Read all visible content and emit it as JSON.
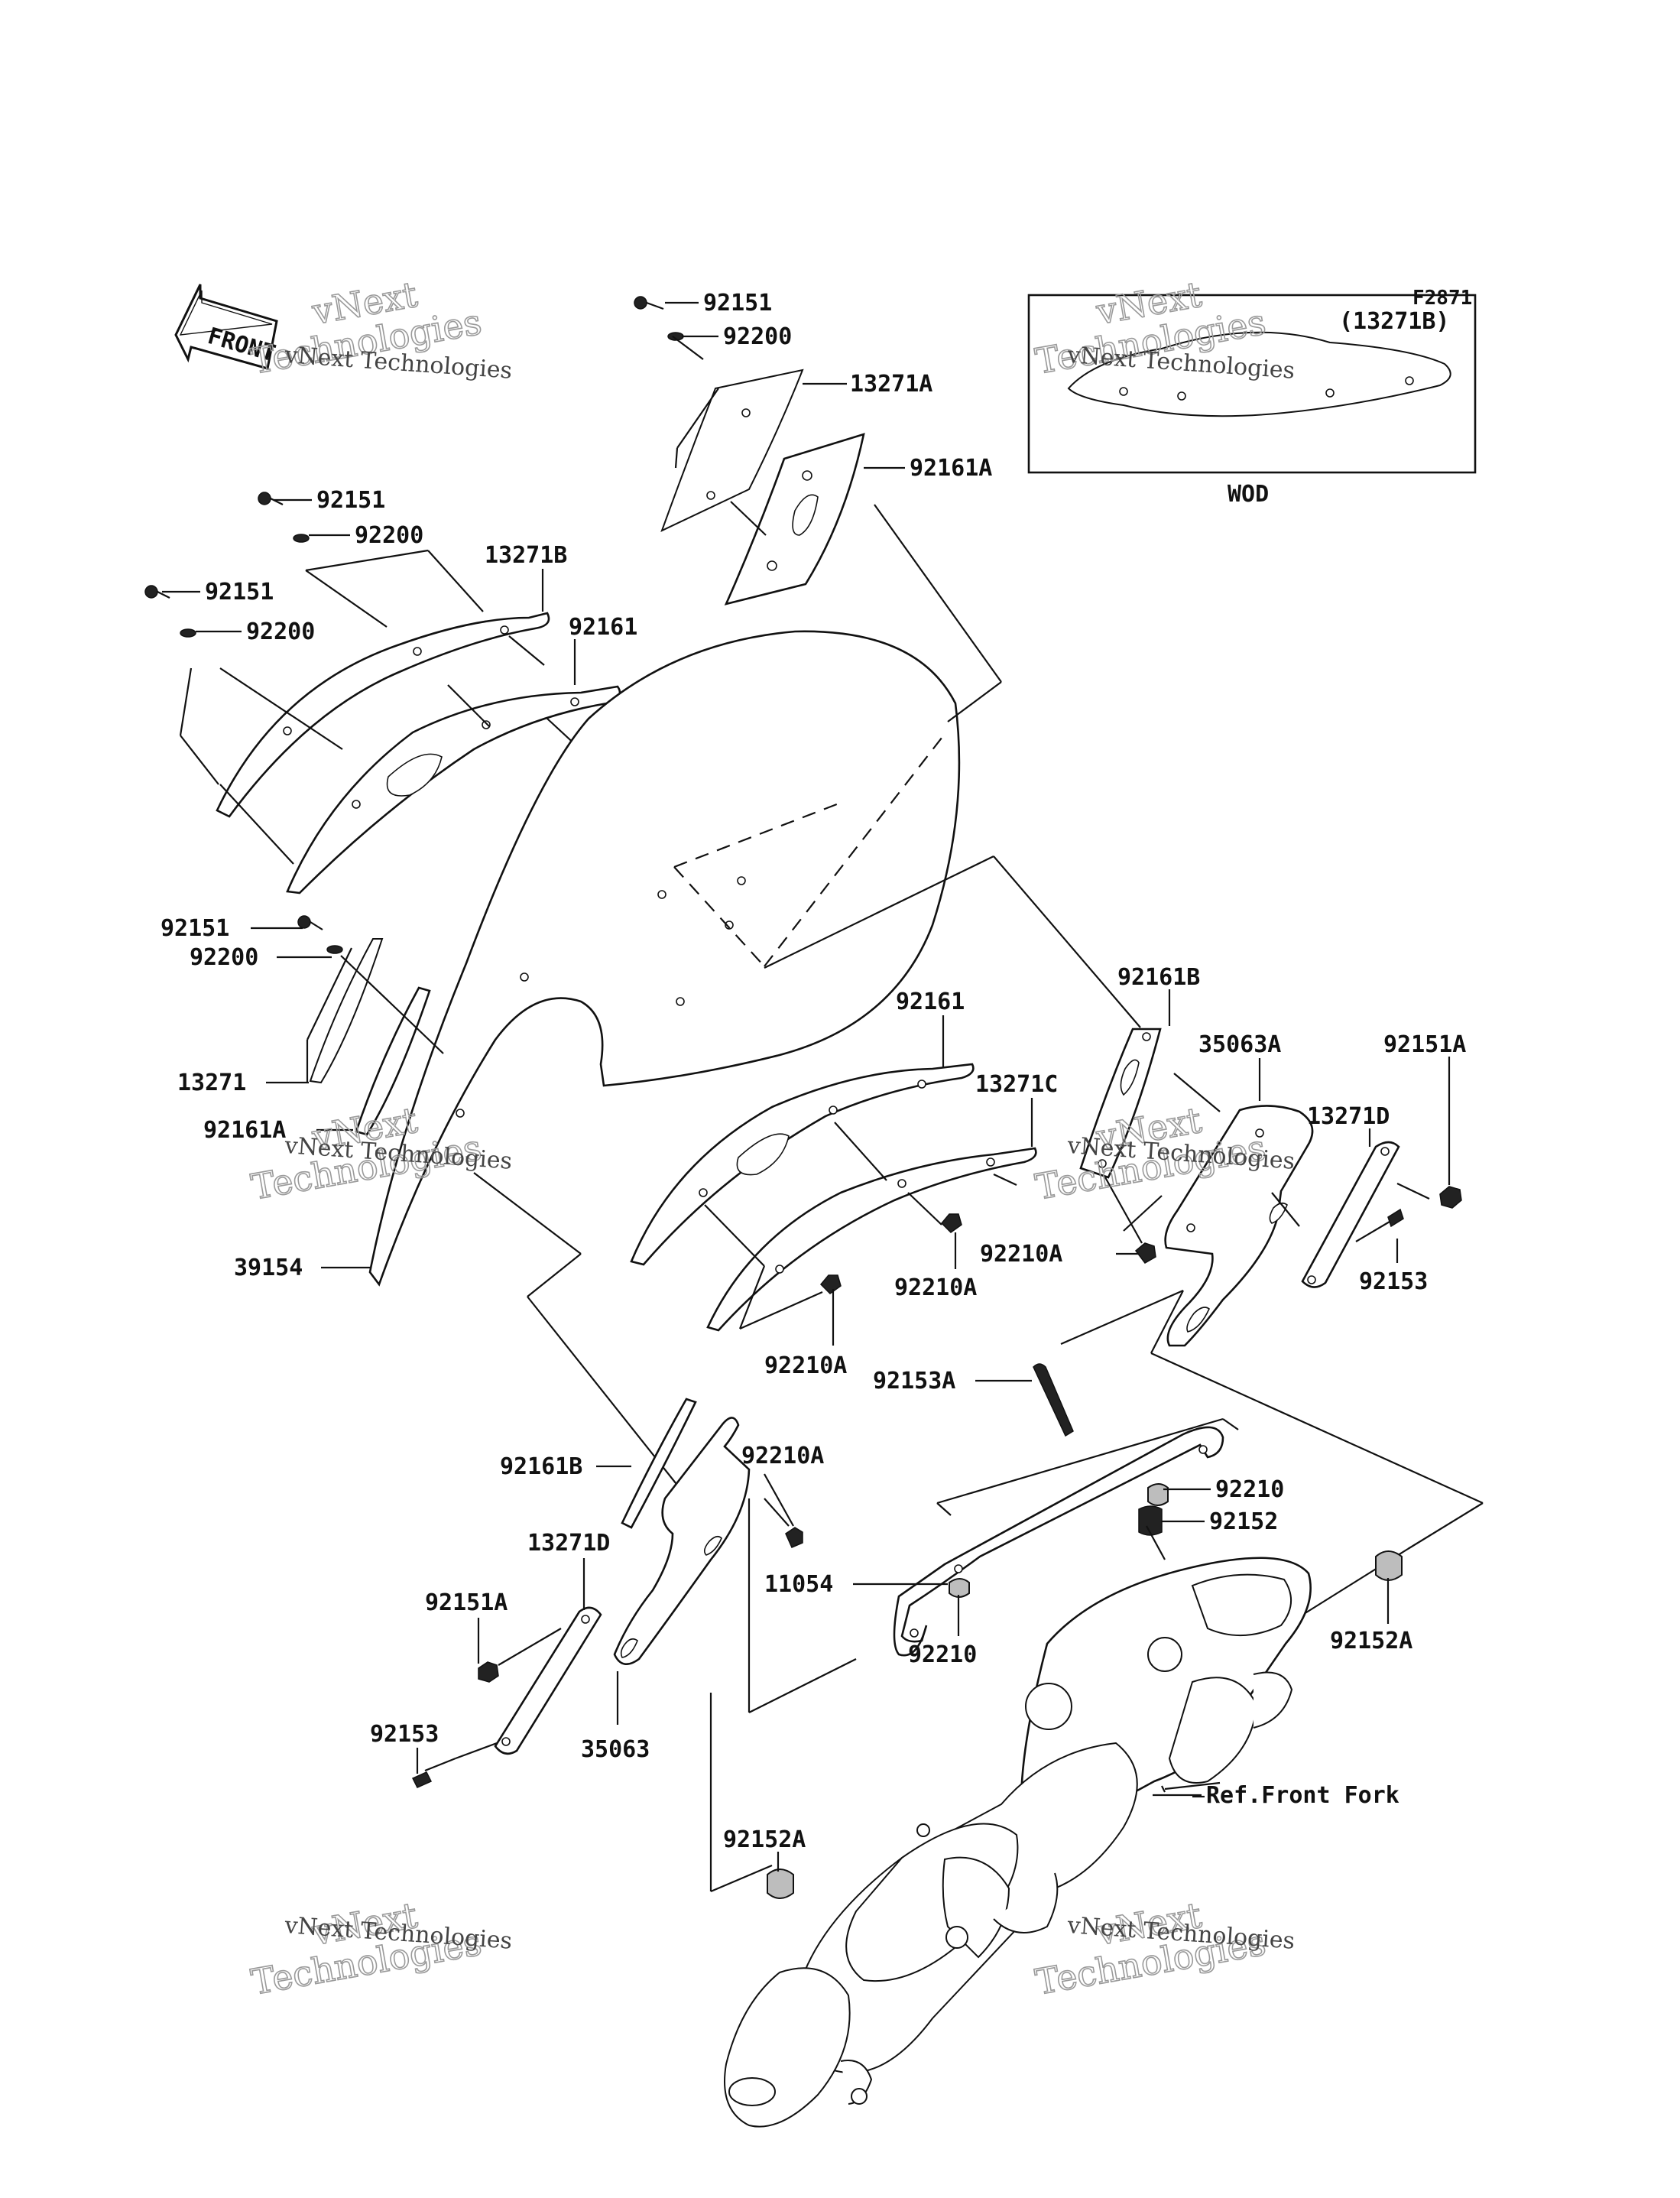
{
  "figure_code": "F2871",
  "front_arrow_label": "FRONT",
  "inset": {
    "label": "(13271B)",
    "caption": "WOD"
  },
  "watermark": {
    "line1": "vNext",
    "line2": "vNext Technologies",
    "line3": "Technologies"
  },
  "callouts": [
    "92151",
    "92200",
    "13271A",
    "92161A",
    "92151",
    "92200",
    "13271B",
    "92151",
    "92200",
    "92161",
    "92151",
    "92200",
    "13271",
    "92161A",
    "39154",
    "92161",
    "13271C",
    "92210A",
    "92210A",
    "92161B",
    "35063A",
    "92151A",
    "13271D",
    "92210A",
    "92153",
    "92153A",
    "92161B",
    "92210A",
    "92210",
    "92152",
    "11054",
    "92210",
    "13271D",
    "92151A",
    "92152A",
    "92153",
    "35063",
    "92152A",
    "Ref.Front Fork"
  ]
}
